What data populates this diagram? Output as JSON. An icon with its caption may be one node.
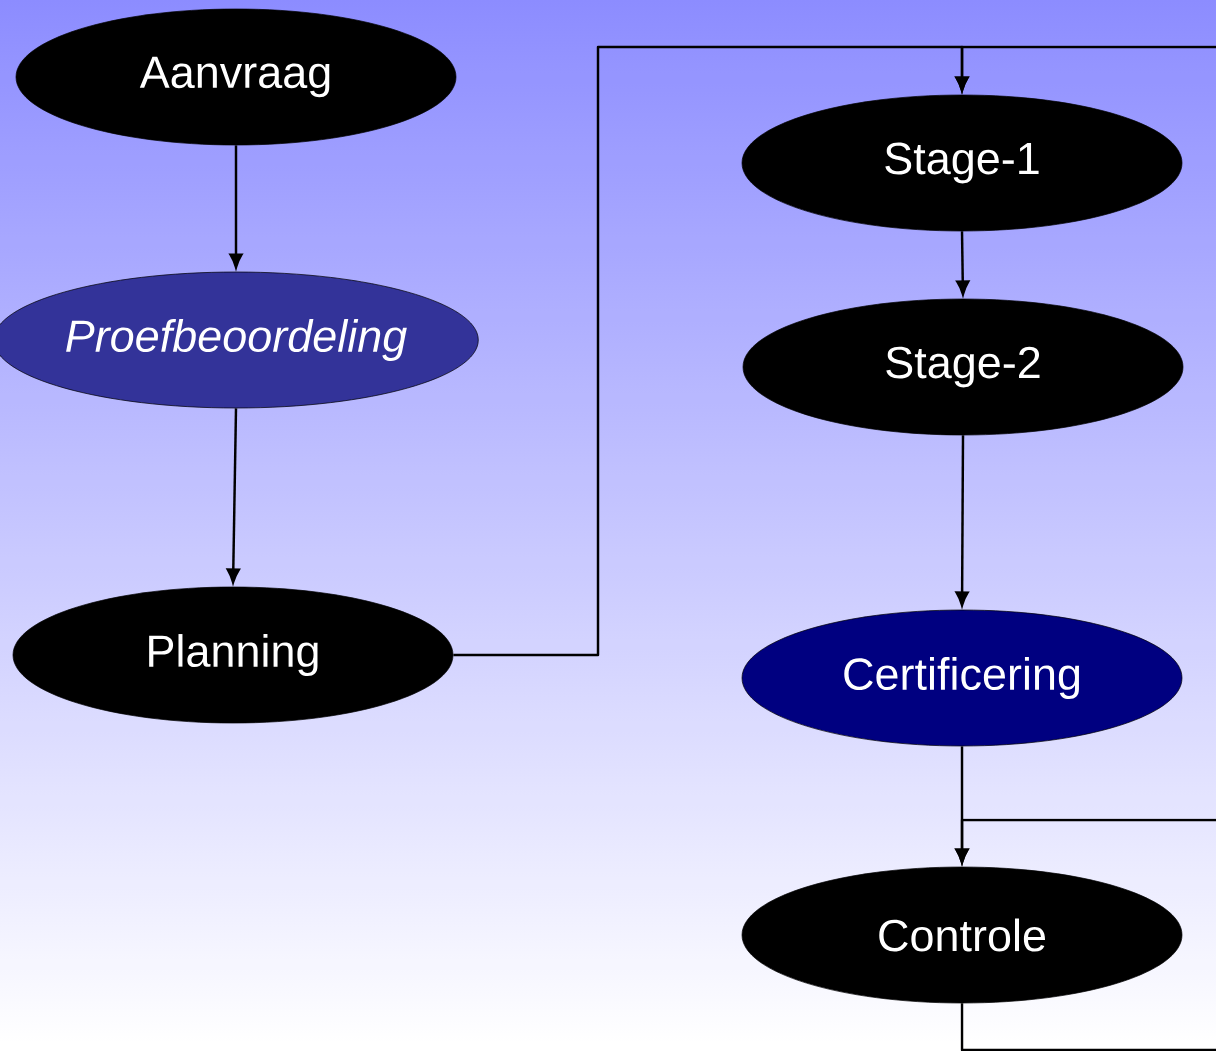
{
  "diagram": {
    "nodes": [
      {
        "text": [
          "Aanvraag"
        ]
      },
      {
        "text": [
          "Proefbeoordeling"
        ]
      },
      {
        "text": [
          "Planning"
        ]
      },
      {
        "text": [
          "Stage-1"
        ]
      },
      {
        "text": [
          "Stage-2"
        ]
      },
      {
        "text": [
          "Certificering"
        ]
      },
      {
        "text": [
          "Controle"
        ]
      }
    ],
    "edges": [
      {
        "from": 0,
        "to": 1,
        "arrow": "to"
      },
      {
        "from": 1,
        "to": 2,
        "arrow": "to"
      },
      {
        "from": 2,
        "to": 3,
        "arrow": "to"
      },
      {
        "from": null,
        "to": 3,
        "arrow": "to"
      },
      {
        "from": 3,
        "to": 4,
        "arrow": "to"
      },
      {
        "from": 4,
        "to": 5,
        "arrow": "to"
      },
      {
        "from": 5,
        "to": 6,
        "arrow": "to"
      },
      {
        "from": null,
        "to": 6,
        "arrow": "to"
      },
      {
        "from": 6,
        "to": null,
        "arrow": "none"
      }
    ]
  }
}
